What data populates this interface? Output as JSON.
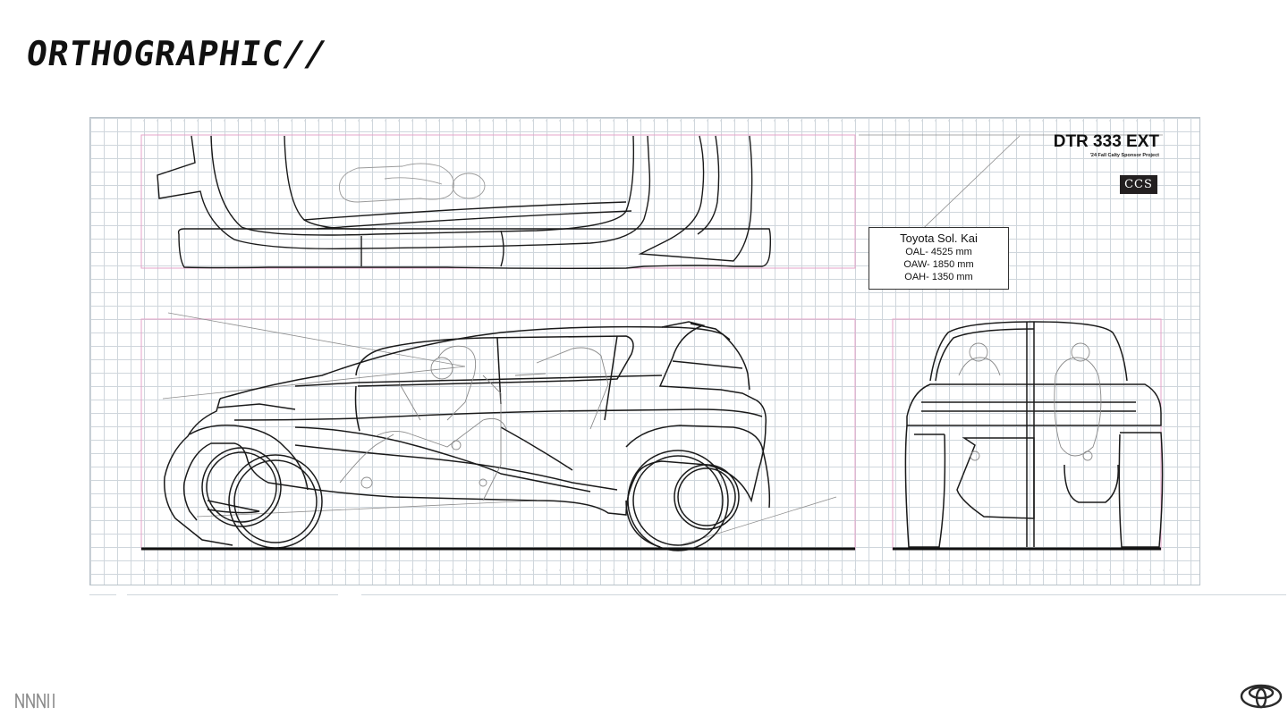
{
  "page": {
    "title": "ORTHOGRAPHIC//"
  },
  "title_block": {
    "title": "DTR 333 EXT",
    "subtitle": "'24 Fall Calty Sponsor Project",
    "logo": "CCS"
  },
  "spec_box": {
    "name": "Toyota Sol. Kai",
    "lines": [
      "OAL- 4525 mm",
      "OAW- 1850 mm",
      "OAH- 1350 mm"
    ]
  },
  "footer": {
    "left_mark": "ꟷꟷ",
    "right_logo": "toyota-emblem"
  },
  "colors": {
    "grid": "#cfd6dc",
    "line": "#1a1a1a",
    "guide_pink": "#e6a3c8",
    "ground": "#111111"
  }
}
